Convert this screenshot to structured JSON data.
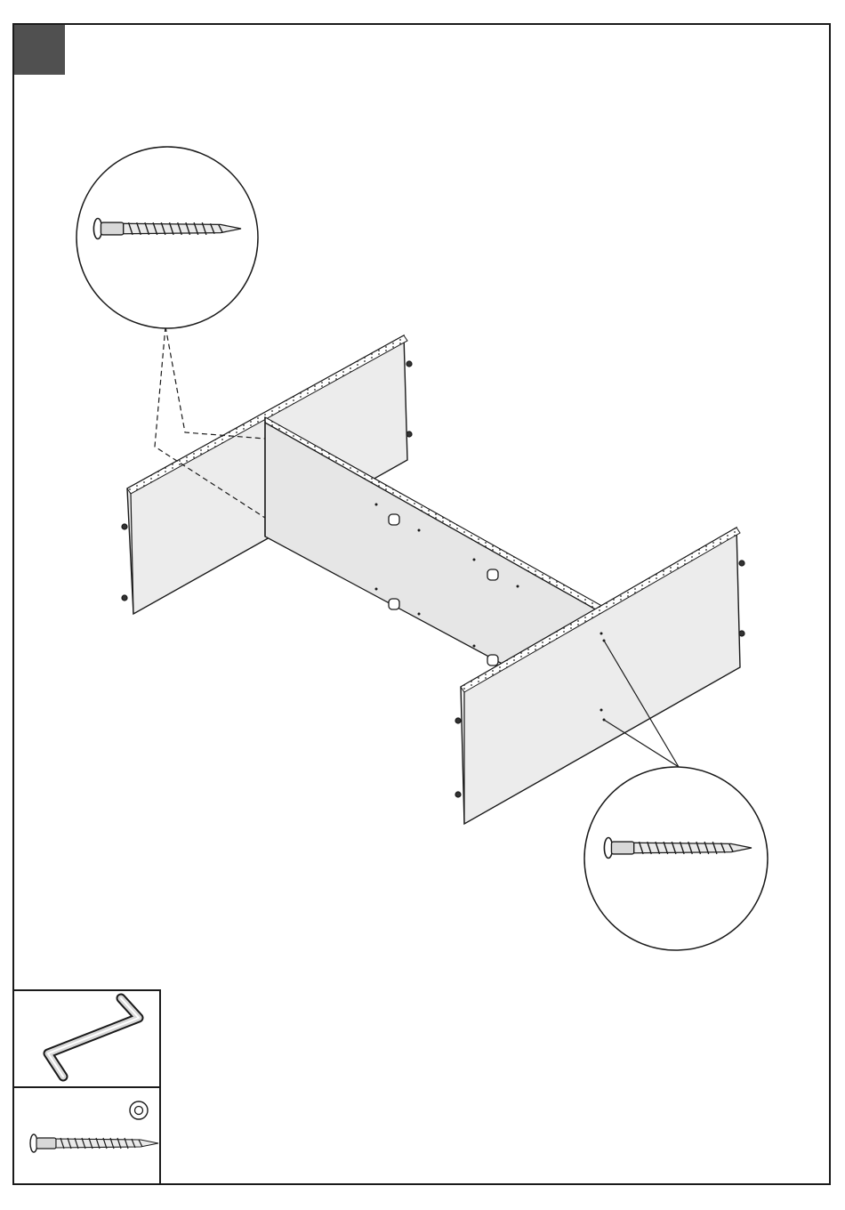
{
  "page": {
    "step_number": "",
    "colors": {
      "step_marker": "#505050",
      "panel_face": "#e8e8e8",
      "line": "#1a1a1a"
    }
  },
  "illustration": {
    "subject": "assembly-step",
    "parts": [
      "left-side-panel",
      "right-side-panel",
      "middle-panel",
      "dowels",
      "screws"
    ],
    "callouts": [
      "screw-detail-top-left",
      "screw-detail-bottom-right"
    ]
  },
  "parts_list": [
    {
      "icon": "hex-key-icon",
      "quantity_text": ""
    },
    {
      "icon": "screw-icon",
      "quantity_text": ""
    }
  ]
}
